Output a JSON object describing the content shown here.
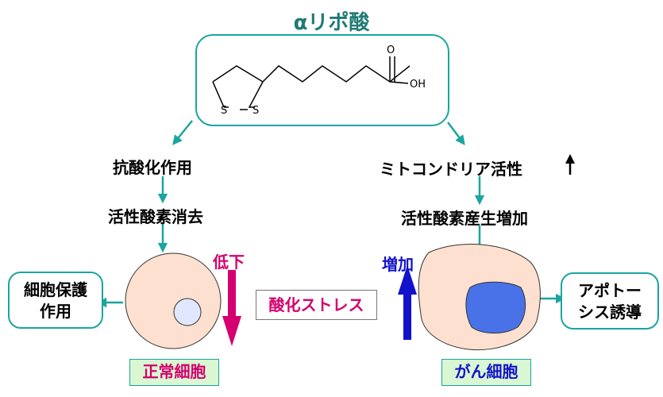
{
  "title": "αリポ酸",
  "molecule": {
    "s1": "S",
    "s2": "S",
    "oh": "OH",
    "o": "O"
  },
  "left_branch": {
    "effect": "抗酸化作用",
    "mechanism": "活性酸素消去",
    "change": "低下",
    "outcome": [
      "細胞保護",
      "作用"
    ],
    "cell_label": "正常細胞"
  },
  "right_branch": {
    "effect": "ミトコンドリア活性",
    "mechanism": "活性酸素産生増加",
    "change": "増加",
    "outcome": [
      "アポトー",
      "シス誘導"
    ],
    "cell_label": "がん細胞"
  },
  "center_label": "酸化ストレス",
  "colors": {
    "teal": "#1aa5a0",
    "magenta": "#d4006f",
    "blue": "#1212cc",
    "cell_fill": "#fde0cf",
    "nucleus_fill": "#dfe8ff",
    "cancer_nucleus": "#4a72e8",
    "tag_fill": "#d9f7d2"
  }
}
